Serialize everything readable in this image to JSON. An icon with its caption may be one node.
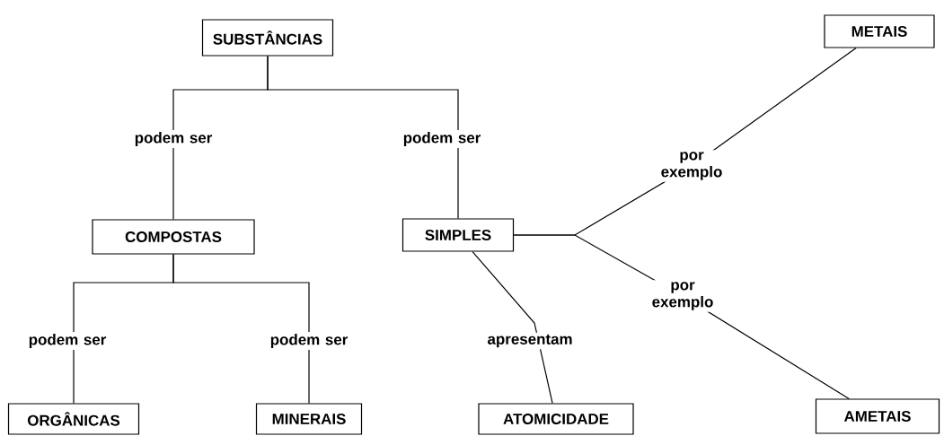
{
  "diagram": {
    "nodes": [
      {
        "text": [
          "SUBSTÂNCIAS"
        ]
      },
      {
        "text": [
          "COMPOSTAS"
        ]
      },
      {
        "text": [
          "SIMPLES"
        ]
      },
      {
        "text": [
          "METAIS"
        ]
      },
      {
        "text": [
          "AMETAIS"
        ]
      },
      {
        "text": [
          "ORGÂNICAS"
        ]
      },
      {
        "text": [
          "MINERAIS"
        ]
      },
      {
        "text": [
          "ATOMICIDADE"
        ]
      }
    ],
    "edges": [
      {
        "from": 0,
        "to": 1,
        "arrow": "none",
        "label": "podem ser"
      },
      {
        "from": 0,
        "to": 2,
        "arrow": "none",
        "label": "podem ser"
      },
      {
        "from": 1,
        "to": 5,
        "arrow": "none",
        "label": "podem ser"
      },
      {
        "from": 1,
        "to": 6,
        "arrow": "none",
        "label": "podem ser"
      },
      {
        "from": 2,
        "to": 3,
        "arrow": "none",
        "label": "por exemplo"
      },
      {
        "from": 2,
        "to": 4,
        "arrow": "none",
        "label": "por exemplo"
      },
      {
        "from": 2,
        "to": 7,
        "arrow": "none",
        "label": "apresentam"
      }
    ]
  }
}
